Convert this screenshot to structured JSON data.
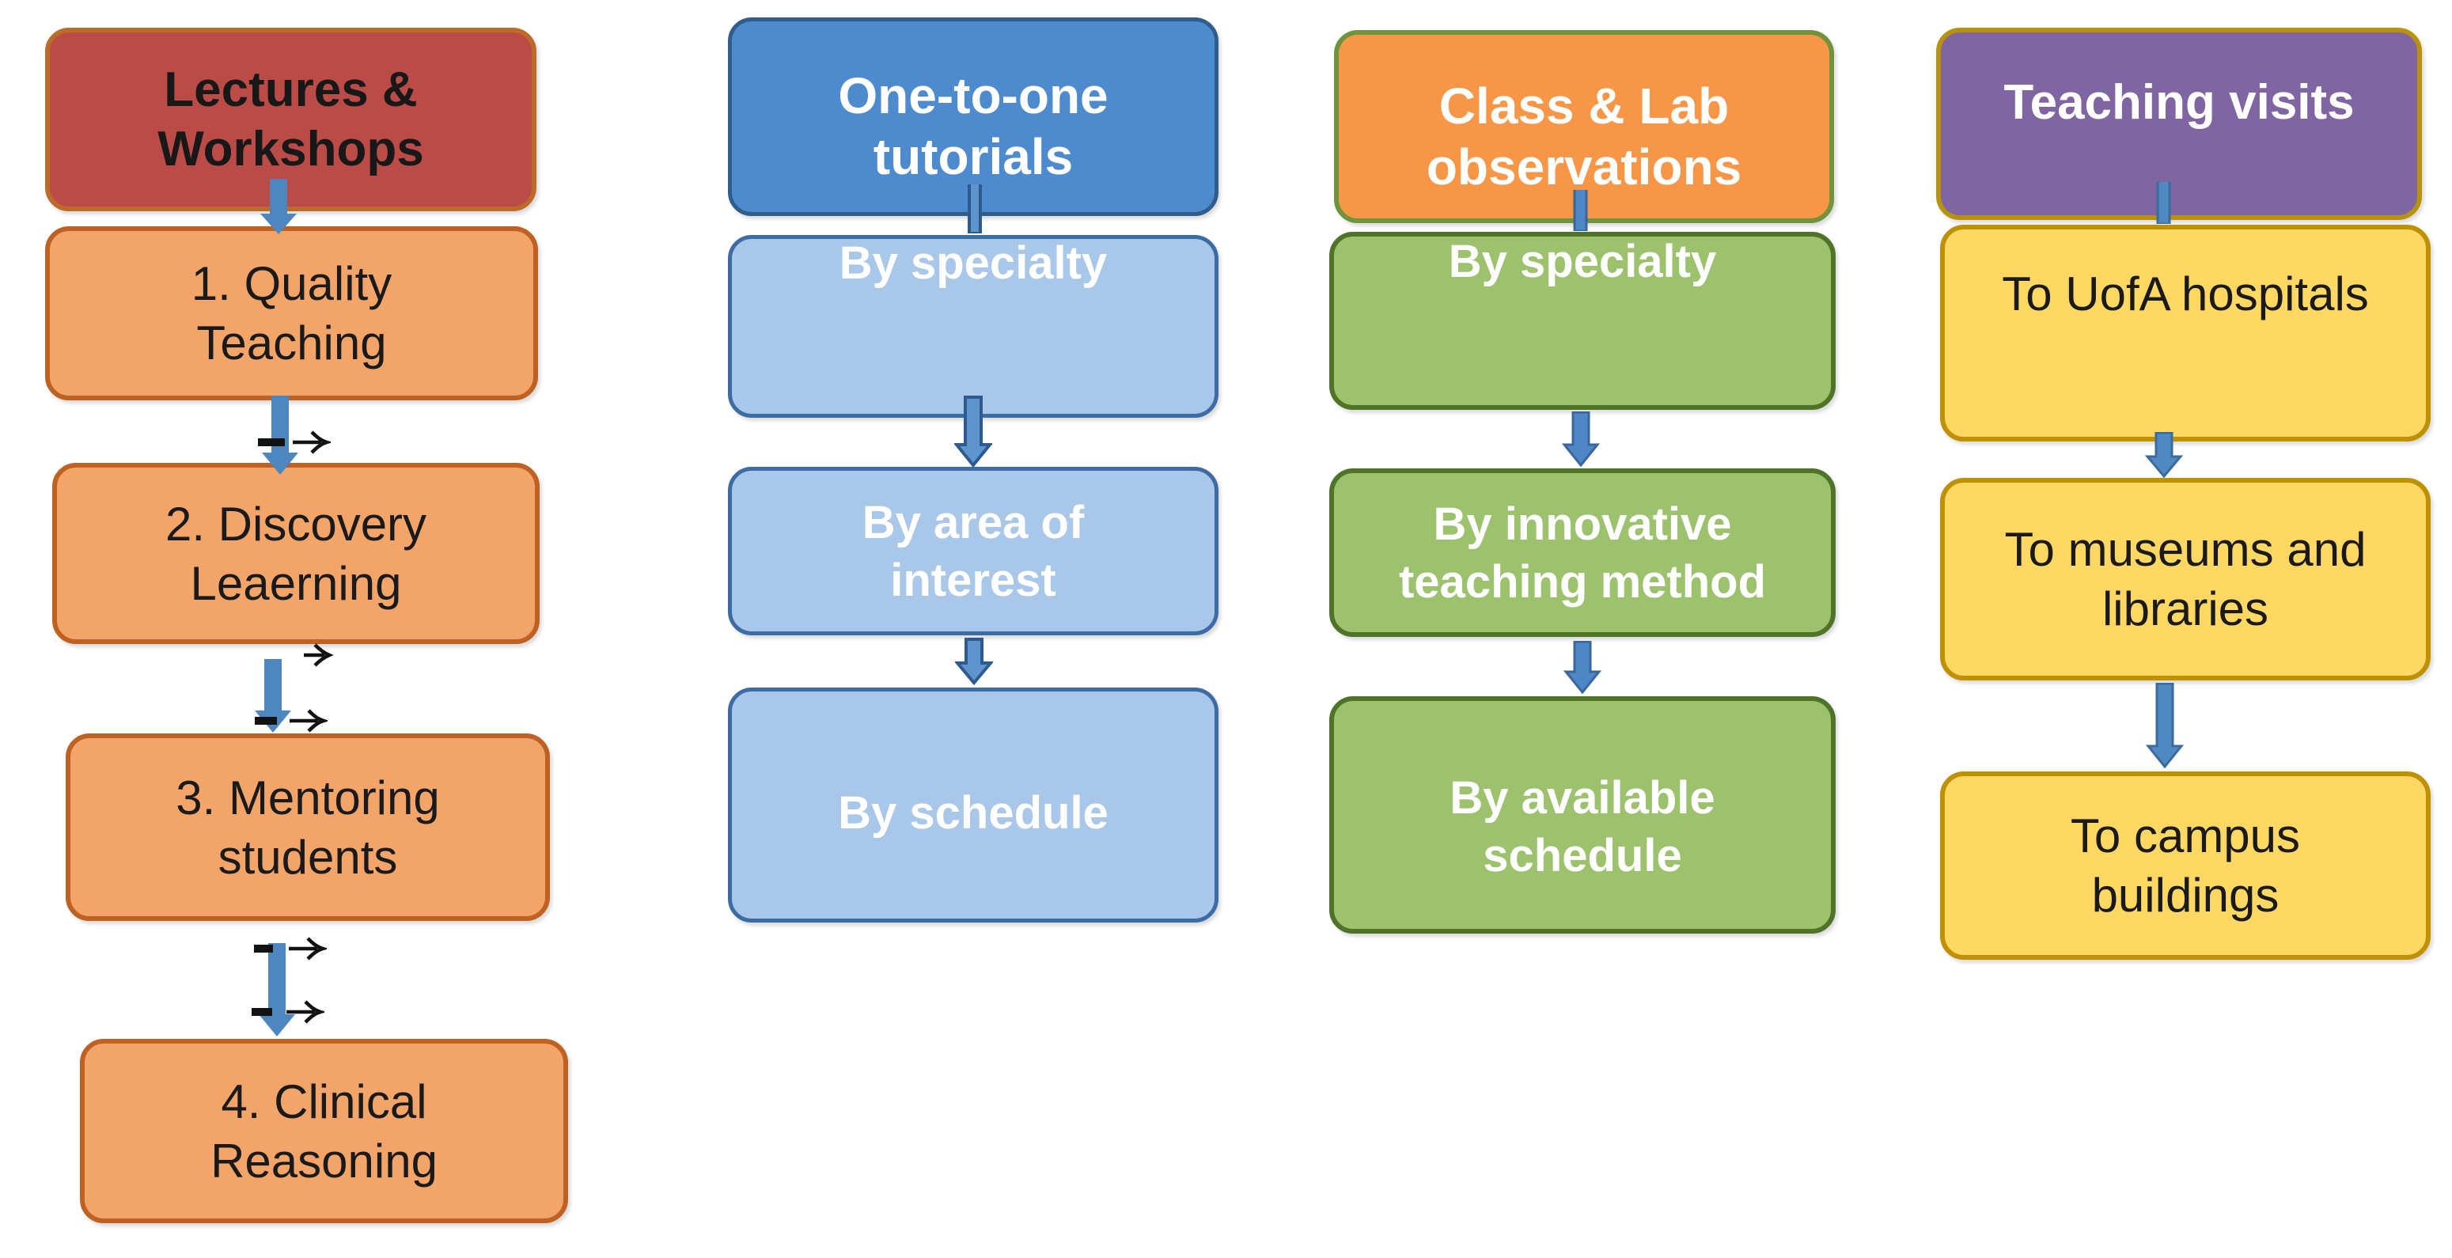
{
  "diagram": {
    "background": "#ffffff",
    "dashed_arrow_color": "#121212",
    "columns": [
      {
        "name": "lectures-workshops",
        "header": {
          "label": "Lectures &\nWorkshops",
          "fill": "#bb4b47",
          "border": "#bd6b28",
          "text_color": "#181818"
        },
        "box_fill": "#f2a469",
        "box_border": "#c06124",
        "box_text_color": "#1a1a1a",
        "arrow_color": "#4e86c0",
        "boxes": [
          {
            "label": "1. Quality\nTeaching"
          },
          {
            "label": "2. Discovery\nLeaerning"
          },
          {
            "label": "3. Mentoring\nstudents"
          },
          {
            "label": "4. Clinical\nReasoning"
          }
        ]
      },
      {
        "name": "one-to-one-tutorials",
        "header": {
          "label": "One-to-one\ntutorials",
          "fill": "#4e8bce",
          "border": "#2f5d8c",
          "text_color": "#ffffff"
        },
        "box_fill": "#a9c7e9",
        "box_border": "#3d6ba3",
        "box_text_color": "#ffffff",
        "arrow_color": "#5e95cd",
        "arrow_outline": "#2e5b8f",
        "boxes": [
          {
            "label": "By specialty"
          },
          {
            "label": "By area of\ninterest"
          },
          {
            "label": "By schedule"
          }
        ]
      },
      {
        "name": "class-lab-observations",
        "header": {
          "label": "Class & Lab\nobservations",
          "fill": "#f79646",
          "border": "#6f943c",
          "text_color": "#ffffff"
        },
        "box_fill": "#9cc26d",
        "box_border": "#4f7327",
        "box_text_color": "#ffffff",
        "arrow_color": "#4f86c6",
        "arrow_outline": "#3a669c",
        "boxes": [
          {
            "label": "By specialty"
          },
          {
            "label": "By innovative\nteaching method"
          },
          {
            "label": "By available\nschedule"
          }
        ]
      },
      {
        "name": "teaching-visits",
        "header": {
          "label": "Teaching visits",
          "fill": "#7f66a3",
          "border": "#b8920a",
          "text_color": "#ffffff"
        },
        "box_fill": "#ffd763",
        "box_border": "#bf9000",
        "box_text_color": "#1a1a1a",
        "arrow_color": "#4f8ac2",
        "arrow_outline": "#3a6a9e",
        "boxes": [
          {
            "label": "To UofA hospitals"
          },
          {
            "label": "To museums and\nlibraries"
          },
          {
            "label": "To campus\nbuildings"
          }
        ]
      }
    ]
  }
}
